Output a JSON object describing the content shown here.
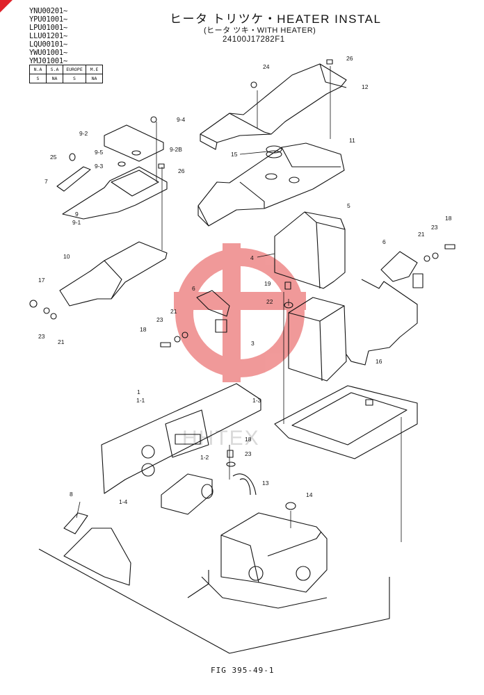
{
  "header": {
    "title": "ヒータ トリツケ・HEATER INSTAL",
    "subtitle": "(ヒータ ツキ・WITH HEATER)",
    "part_number": "24100J17282F1",
    "serials": [
      "YNU00201~",
      "YPU01001~",
      "LPU01001~",
      "LLU01201~",
      "LQU00101~",
      "YWU01001~",
      "YMJ01001~"
    ]
  },
  "region_table": {
    "headers": [
      "N.A",
      "S.A",
      "EUROPE",
      "M.E"
    ],
    "values": [
      "S",
      "NA",
      "S",
      "NA"
    ]
  },
  "callouts": [
    "26",
    "24",
    "12",
    "9-4",
    "9-2",
    "9-2B",
    "9-5",
    "25",
    "9-3",
    "26",
    "15",
    "11",
    "7",
    "9",
    "9-1",
    "5",
    "18",
    "21",
    "23",
    "6",
    "4",
    "10",
    "17",
    "19",
    "22",
    "6",
    "21",
    "23",
    "18",
    "3",
    "23",
    "21",
    "16",
    "1",
    "1-1",
    "1-3",
    "1-2",
    "18",
    "23",
    "13",
    "1-4",
    "8",
    "14"
  ],
  "footer": {
    "figure": "FIG 395-49-1"
  },
  "watermark": {
    "text": "HHTEX",
    "color": "#e02020"
  }
}
